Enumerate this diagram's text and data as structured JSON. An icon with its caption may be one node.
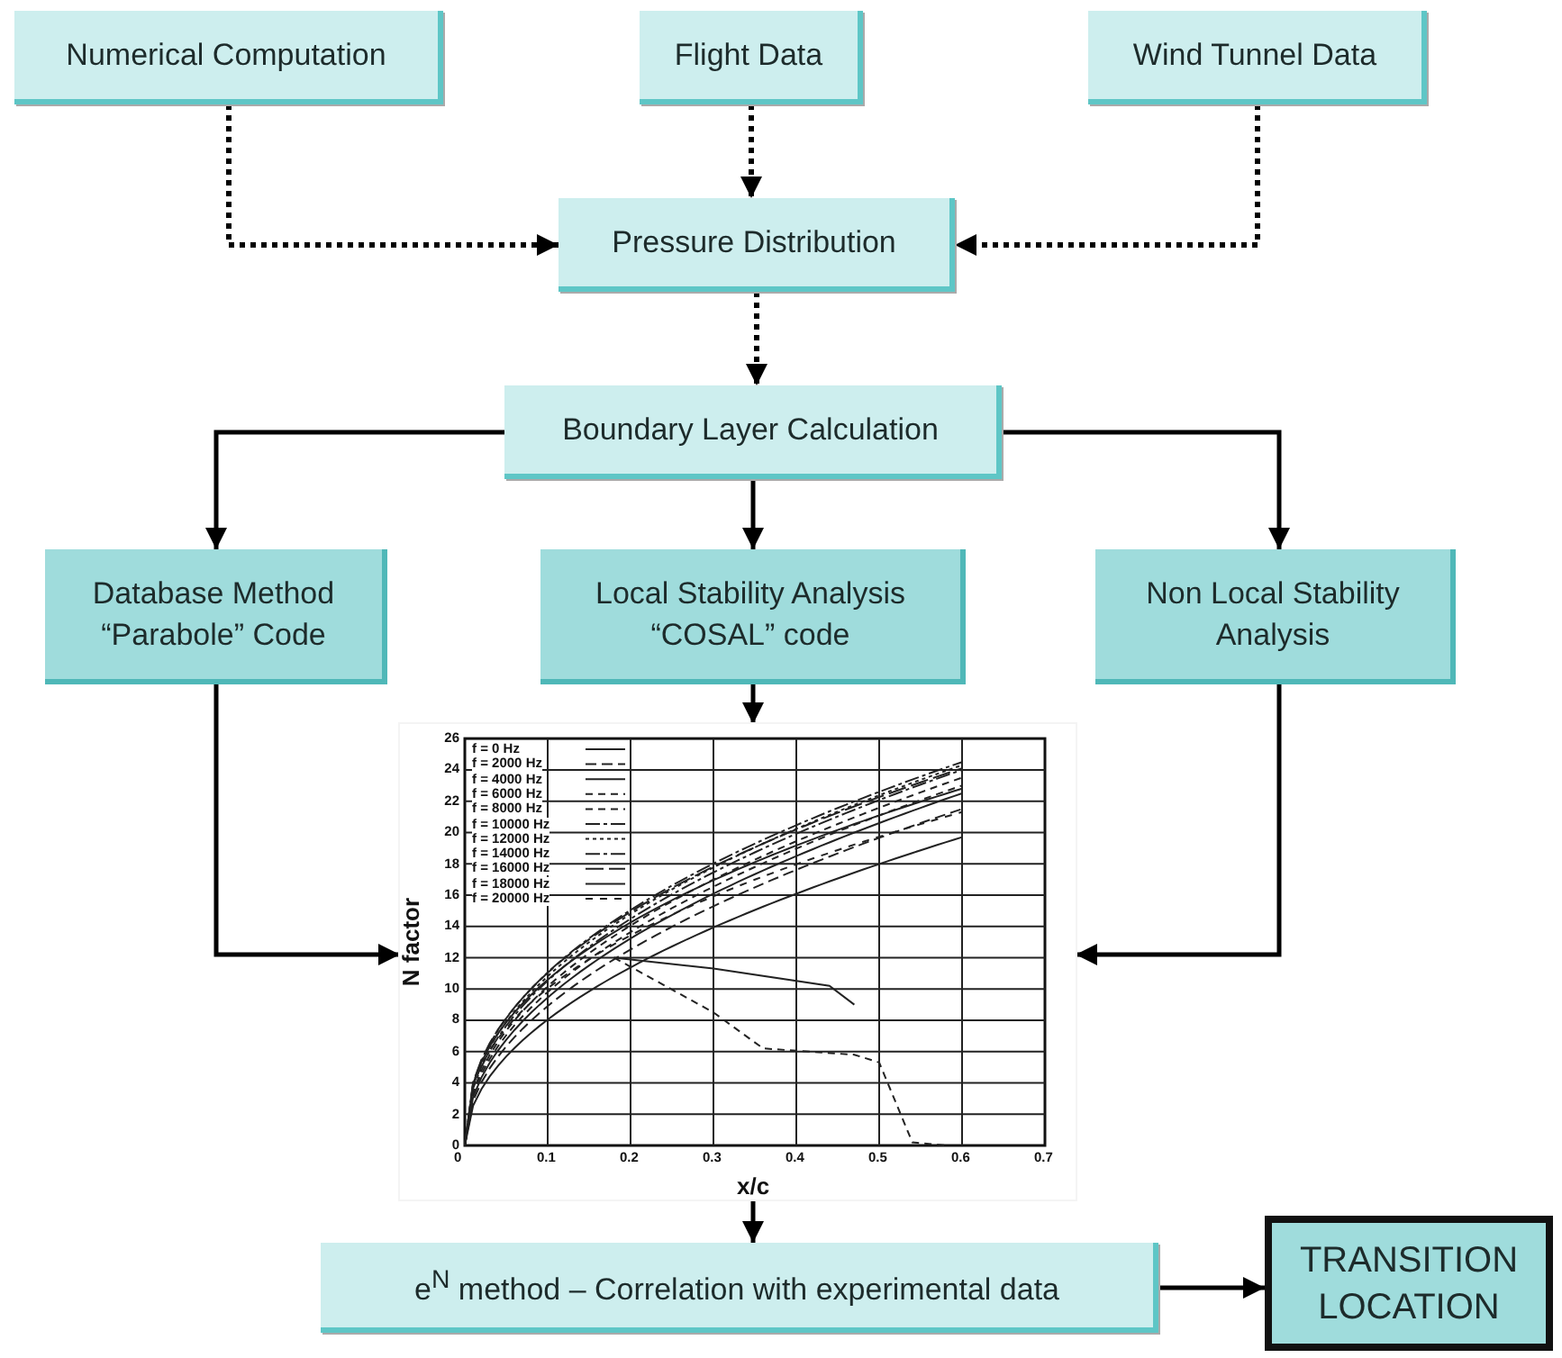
{
  "diagram": {
    "nodes": [
      {
        "text": [
          "Numerical Computation"
        ]
      },
      {
        "text": [
          "Flight Data"
        ]
      },
      {
        "text": [
          "Wind Tunnel Data"
        ]
      },
      {
        "text": [
          "Pressure Distribution"
        ]
      },
      {
        "text": [
          "Boundary Layer Calculation"
        ]
      },
      {
        "text": [
          "Database Method “Parabole” Code"
        ]
      },
      {
        "text": [
          "Local Stability Analysis “COSAL” code"
        ]
      },
      {
        "text": [
          "Non Local Stability Analysis"
        ]
      },
      {
        "text": [],
        "shape": "picture"
      },
      {
        "text": [
          "e$^{N}$ method – Correlation with experimental data"
        ]
      },
      {
        "text": [
          "TRANSITION LOCATION"
        ]
      }
    ],
    "edges": [
      {
        "from": 0,
        "to": 3,
        "arrow": "to",
        "style": "dashed"
      },
      {
        "from": 1,
        "to": 3,
        "arrow": "to",
        "style": "dashed"
      },
      {
        "from": 2,
        "to": 3,
        "arrow": "to",
        "style": "dashed"
      },
      {
        "from": 3,
        "to": 4,
        "arrow": "to",
        "style": "dashed"
      },
      {
        "from": 4,
        "to": 5,
        "arrow": "to"
      },
      {
        "from": 4,
        "to": 6,
        "arrow": "to"
      },
      {
        "from": 4,
        "to": 7,
        "arrow": "to"
      },
      {
        "from": 5,
        "to": 8,
        "arrow": "to"
      },
      {
        "from": 6,
        "to": 8,
        "arrow": "to"
      },
      {
        "from": 7,
        "to": 8,
        "arrow": "to"
      },
      {
        "from": 8,
        "to": 9,
        "arrow": "to"
      },
      {
        "from": 9,
        "to": 10,
        "arrow": "to"
      }
    ],
    "labels": [
      "f = 0 Hz",
      "f = 2000 Hz",
      "f = 4000 Hz",
      "f = 6000 Hz",
      "f = 8000 Hz",
      "f = 10000 Hz",
      "f = 12000 Hz",
      "f = 14000 Hz",
      "f = 16000 Hz",
      "f = 18000 Hz",
      "f = 20000 Hz",
      "26",
      "24",
      "22",
      "20",
      "18",
      "16",
      "14",
      "12",
      "10",
      "8",
      "6",
      "4",
      "2",
      "0",
      "N factor",
      "0",
      "0.1",
      "0.2",
      "0.3",
      "0.4",
      "0.5",
      "0.6",
      "0.7",
      "x/c"
    ]
  }
}
